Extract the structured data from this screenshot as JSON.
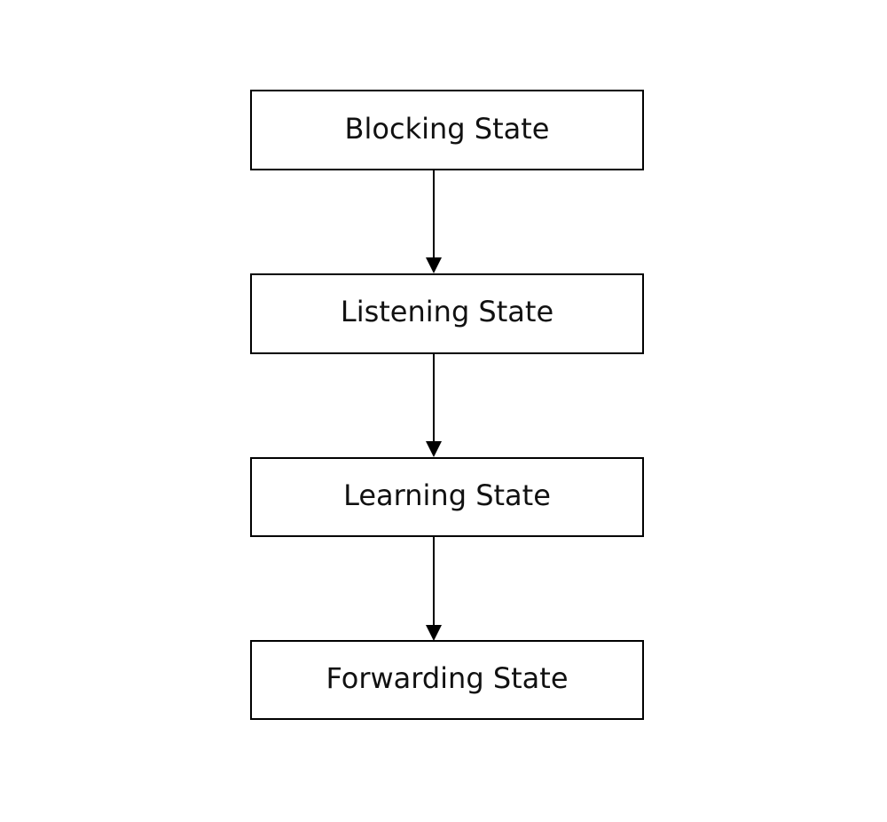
{
  "diagram": {
    "nodes": [
      {
        "label": "Blocking State"
      },
      {
        "label": "Listening State"
      },
      {
        "label": "Learning State"
      },
      {
        "label": "Forwarding State"
      }
    ],
    "edges": [
      {
        "from": 0,
        "to": 1
      },
      {
        "from": 1,
        "to": 2
      },
      {
        "from": 2,
        "to": 3
      }
    ],
    "colors": {
      "background": "#ffffff",
      "stroke": "#000000",
      "text": "#111111"
    }
  }
}
